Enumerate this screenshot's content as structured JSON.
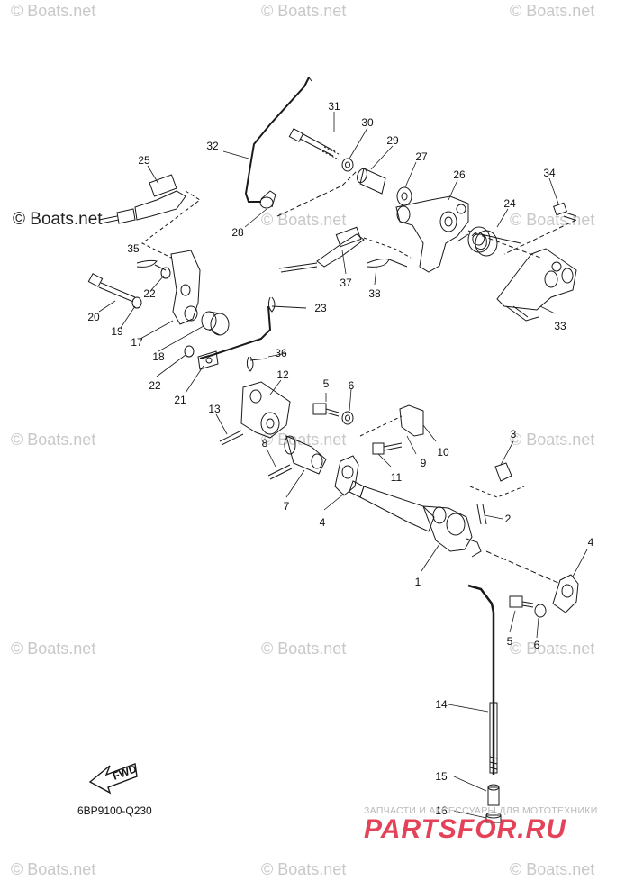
{
  "watermark": {
    "text": "© Boats.net",
    "main_text": "© Boats.net"
  },
  "diagram": {
    "code": "6BP9100-Q230",
    "fwd_label": "FWD",
    "callouts": [
      "1",
      "2",
      "3",
      "4",
      "4",
      "5",
      "5",
      "6",
      "6",
      "7",
      "8",
      "9",
      "10",
      "11",
      "12",
      "13",
      "14",
      "15",
      "16",
      "17",
      "18",
      "19",
      "20",
      "21",
      "22",
      "22",
      "23",
      "24",
      "25",
      "26",
      "27",
      "28",
      "29",
      "30",
      "31",
      "32",
      "33",
      "34",
      "35",
      "36",
      "37",
      "38"
    ]
  },
  "brand": {
    "tagline": "ЗАПЧАСТИ И АКСЕССУАРЫ ДЛЯ МОТОТЕХНИКИ",
    "name": "PARTSFOR.RU",
    "color": "#e0223b"
  },
  "colors": {
    "line": "#1a1a1a",
    "watermark": "#c8c8c8"
  }
}
